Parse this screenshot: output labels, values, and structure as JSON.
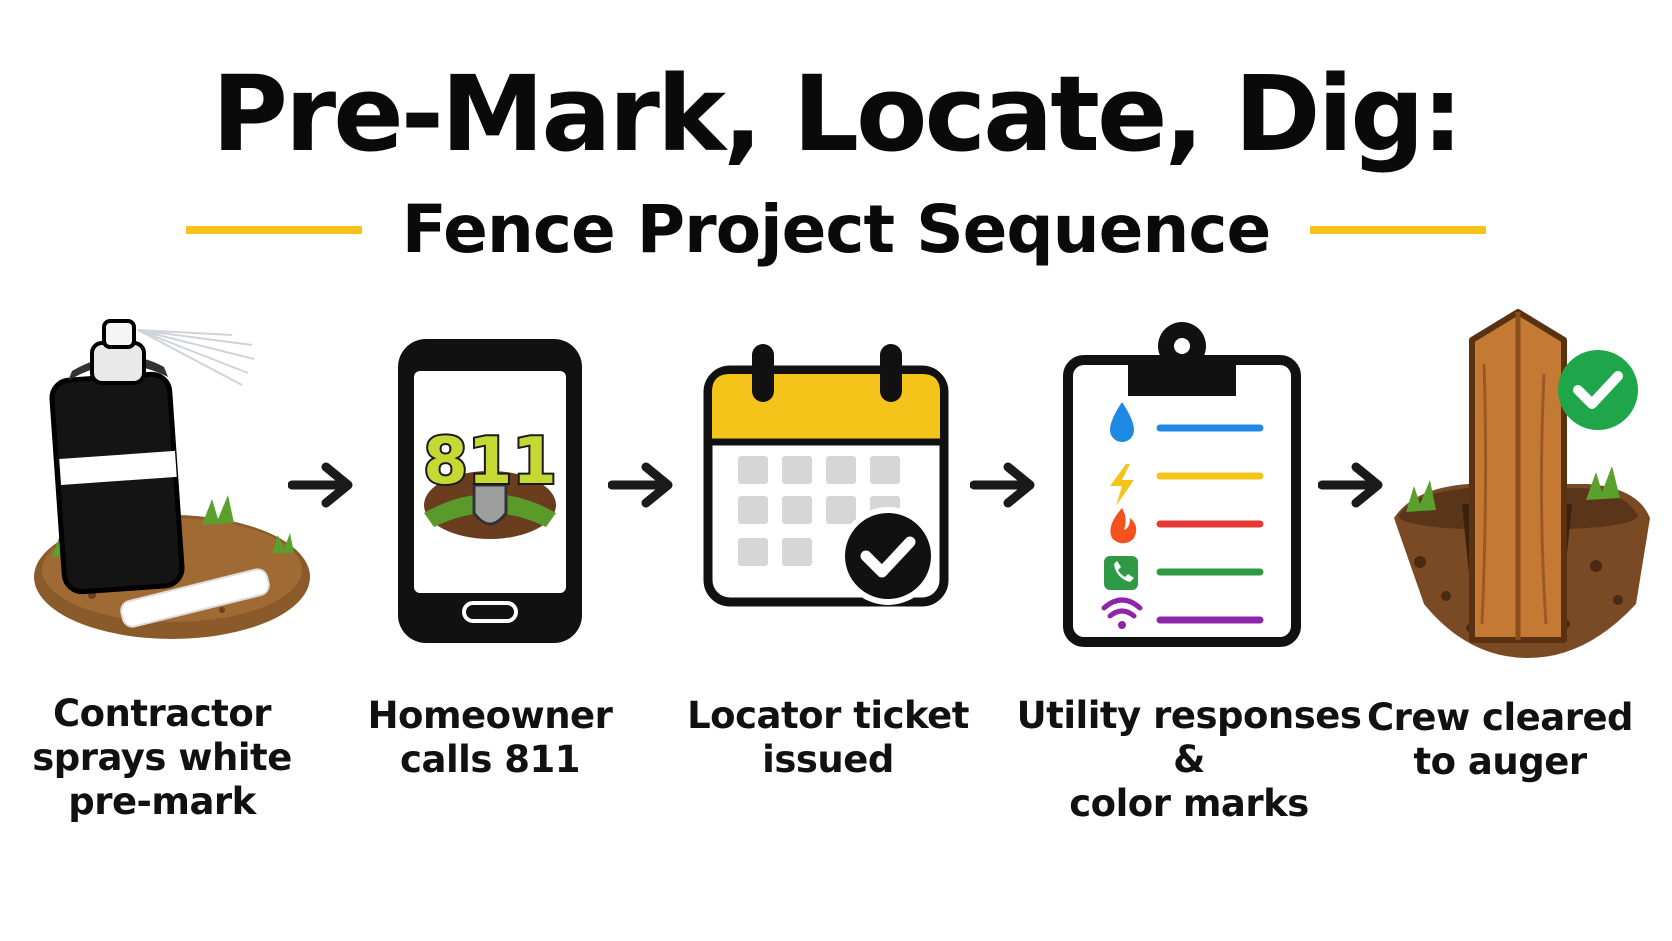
{
  "title": "Pre-Mark, Locate, Dig:",
  "subtitle": "Fence Project Sequence",
  "colors": {
    "accent": "#f5c41b",
    "check_green": "#1fa64a",
    "water": "#1e88e5",
    "electric": "#f5c41b",
    "gas": "#e53935",
    "communications": "#f57c00",
    "sewer_or_other": "#43a047",
    "telecom": "#8e24aa"
  },
  "phone_logo": "811",
  "steps": [
    {
      "icon": "spray-paint-can-icon",
      "label_lines": [
        "Contractor",
        "sprays white",
        "pre-mark"
      ]
    },
    {
      "icon": "phone-811-icon",
      "label_lines": [
        "Homeowner",
        "calls 811"
      ]
    },
    {
      "icon": "calendar-check-icon",
      "label_lines": [
        "Locator ticket",
        "issued"
      ]
    },
    {
      "icon": "clipboard-utilities-icon",
      "label_lines": [
        "Utility responses &",
        "color marks"
      ]
    },
    {
      "icon": "fence-post-icon",
      "label_lines": [
        "Crew cleared",
        "to auger"
      ]
    }
  ]
}
